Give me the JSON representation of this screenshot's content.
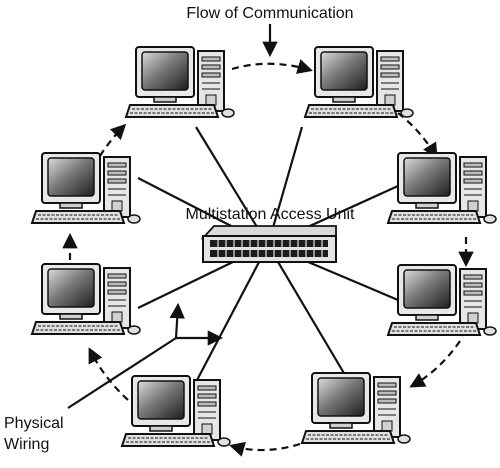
{
  "labels": {
    "flow": "Flow of Communication",
    "mau": "Multistation Access Unit",
    "physical_line1": "Physical",
    "physical_line2": "Wiring"
  },
  "computers": [
    {
      "name": "computer-top-left"
    },
    {
      "name": "computer-top-right"
    },
    {
      "name": "computer-right-upper"
    },
    {
      "name": "computer-right-lower"
    },
    {
      "name": "computer-bottom-right"
    },
    {
      "name": "computer-bottom-left"
    },
    {
      "name": "computer-left-lower"
    },
    {
      "name": "computer-left-upper"
    }
  ],
  "colors": {
    "ink": "#111111",
    "screen_dark": "#2a2a2a",
    "screen_light": "#d8d8d8",
    "case": "#e6e6e6",
    "panel": "#bdbdbd"
  }
}
